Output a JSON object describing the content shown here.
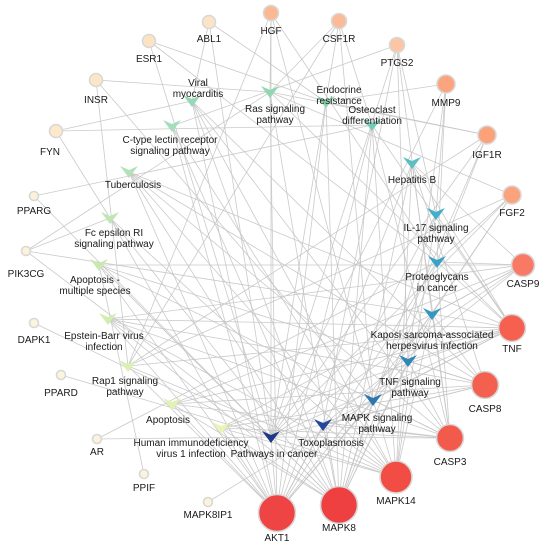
{
  "genes": [
    {
      "id": "ABL1",
      "label": "ABL1",
      "color": "#fde4c4",
      "level": 1
    },
    {
      "id": "HGF",
      "label": "HGF",
      "color": "#fbb891",
      "level": 2
    },
    {
      "id": "CSF1R",
      "label": "CSF1R",
      "color": "#fbbb96",
      "level": 2
    },
    {
      "id": "ESR1",
      "label": "ESR1",
      "color": "#fde3c2",
      "level": 1
    },
    {
      "id": "PTGS2",
      "label": "PTGS2",
      "color": "#fcc6a4",
      "level": 2
    },
    {
      "id": "INSR",
      "label": "INSR",
      "color": "#fde5c6",
      "level": 1
    },
    {
      "id": "MMP9",
      "label": "MMP9",
      "color": "#fba47d",
      "level": 3
    },
    {
      "id": "FYN",
      "label": "FYN",
      "color": "#fde8ca",
      "level": 1
    },
    {
      "id": "IGF1R",
      "label": "IGF1R",
      "color": "#fba27b",
      "level": 3
    },
    {
      "id": "PPARG",
      "label": "PPARG",
      "color": "#fdf1d8",
      "level": 0
    },
    {
      "id": "FGF2",
      "label": "FGF2",
      "color": "#fba37c",
      "level": 3
    },
    {
      "id": "PIK3CG",
      "label": "PIK3CG",
      "color": "#fdf2da",
      "level": 0
    },
    {
      "id": "CASP9",
      "label": "CASP9",
      "color": "#f87a64",
      "level": 4
    },
    {
      "id": "DAPK1",
      "label": "DAPK1",
      "color": "#fdf4de",
      "level": 0
    },
    {
      "id": "TNF",
      "label": "TNF",
      "color": "#f5604f",
      "level": 5
    },
    {
      "id": "PPARD",
      "label": "PPARD",
      "color": "#fdf4de",
      "level": 0
    },
    {
      "id": "CASP8",
      "label": "CASP8",
      "color": "#f4604f",
      "level": 5
    },
    {
      "id": "AR",
      "label": "AR",
      "color": "#fdf3dc",
      "level": 0
    },
    {
      "id": "CASP3",
      "label": "CASP3",
      "color": "#f25b4c",
      "level": 5
    },
    {
      "id": "PPIF",
      "label": "PPIF",
      "color": "#fdf3dc",
      "level": 0
    },
    {
      "id": "MAPK14",
      "label": "MAPK14",
      "color": "#f14d44",
      "level": 6
    },
    {
      "id": "MAPK8IP1",
      "label": "MAPK8IP1",
      "color": "#fdf2da",
      "level": 0
    },
    {
      "id": "MAPK8",
      "label": "MAPK8",
      "color": "#ee4040",
      "level": 7
    },
    {
      "id": "AKT1",
      "label": "AKT1",
      "color": "#ef4444",
      "level": 7
    }
  ],
  "pathways": [
    {
      "id": "viral",
      "lines": [
        "Viral",
        "myocarditis"
      ],
      "color": "#97d9b4"
    },
    {
      "id": "ras",
      "lines": [
        "Ras signaling",
        "pathway"
      ],
      "color": "#90d6b0"
    },
    {
      "id": "endocrine",
      "lines": [
        "Endocrine",
        "resistance"
      ],
      "color": "#8ad4ad"
    },
    {
      "id": "osteoclast",
      "lines": [
        "Osteoclast",
        "differentiation"
      ],
      "color": "#73cbb8"
    },
    {
      "id": "ctype",
      "lines": [
        "C-type lectin receptor",
        "signaling pathway"
      ],
      "color": "#a5debb"
    },
    {
      "id": "hepb",
      "lines": [
        "Hepatitis B"
      ],
      "color": "#5bbfbf"
    },
    {
      "id": "tb",
      "lines": [
        "Tuberculosis"
      ],
      "color": "#b2e2b8"
    },
    {
      "id": "il17",
      "lines": [
        "IL-17 signaling",
        "pathway"
      ],
      "color": "#42aecb"
    },
    {
      "id": "fc",
      "lines": [
        "Fc epsilon RI",
        "signaling pathway"
      ],
      "color": "#c0e6b4"
    },
    {
      "id": "proteo",
      "lines": [
        "Proteoglycans",
        "in cancer"
      ],
      "color": "#3aa2c6"
    },
    {
      "id": "apomulti",
      "lines": [
        "Apoptosis -",
        "multiple species"
      ],
      "color": "#c9e9b1"
    },
    {
      "id": "kaposi",
      "lines": [
        "Kaposi sarcoma-associated",
        "herpesvirus infection"
      ],
      "color": "#3596c0"
    },
    {
      "id": "ebv",
      "lines": [
        "Epstein-Barr virus",
        "infection"
      ],
      "color": "#d2edb0"
    },
    {
      "id": "tnfsig",
      "lines": [
        "TNF signaling",
        "pathway"
      ],
      "color": "#2f86b8"
    },
    {
      "id": "rap1",
      "lines": [
        "Rap1 signaling",
        "pathway"
      ],
      "color": "#dbf0b2"
    },
    {
      "id": "mapksig",
      "lines": [
        "MAPK signaling",
        "pathway"
      ],
      "color": "#2b77b0"
    },
    {
      "id": "apoptosis",
      "lines": [
        "Apoptosis"
      ],
      "color": "#e2f2b2"
    },
    {
      "id": "hiv",
      "lines": [
        "Human immunodeficiency",
        "virus 1 infection"
      ],
      "color": "#e8f5b4"
    },
    {
      "id": "pic",
      "lines": [
        "Pathways in cancer"
      ],
      "color": "#1e3a87"
    },
    {
      "id": "toxo",
      "lines": [
        "Toxoplasmosis"
      ],
      "color": "#24479b"
    }
  ],
  "edges": [
    [
      "AKT1",
      "pic"
    ],
    [
      "AKT1",
      "toxo"
    ],
    [
      "AKT1",
      "mapksig"
    ],
    [
      "AKT1",
      "tnfsig"
    ],
    [
      "AKT1",
      "kaposi"
    ],
    [
      "AKT1",
      "proteo"
    ],
    [
      "AKT1",
      "il17"
    ],
    [
      "AKT1",
      "hepb"
    ],
    [
      "AKT1",
      "osteoclast"
    ],
    [
      "AKT1",
      "endocrine"
    ],
    [
      "AKT1",
      "ras"
    ],
    [
      "AKT1",
      "viral"
    ],
    [
      "AKT1",
      "ctype"
    ],
    [
      "AKT1",
      "tb"
    ],
    [
      "AKT1",
      "fc"
    ],
    [
      "AKT1",
      "apomulti"
    ],
    [
      "AKT1",
      "ebv"
    ],
    [
      "AKT1",
      "rap1"
    ],
    [
      "AKT1",
      "apoptosis"
    ],
    [
      "AKT1",
      "hiv"
    ],
    [
      "MAPK8",
      "pic"
    ],
    [
      "MAPK8",
      "toxo"
    ],
    [
      "MAPK8",
      "mapksig"
    ],
    [
      "MAPK8",
      "tnfsig"
    ],
    [
      "MAPK8",
      "kaposi"
    ],
    [
      "MAPK8",
      "proteo"
    ],
    [
      "MAPK8",
      "il17"
    ],
    [
      "MAPK8",
      "hepb"
    ],
    [
      "MAPK8",
      "osteoclast"
    ],
    [
      "MAPK8",
      "endocrine"
    ],
    [
      "MAPK8",
      "ras"
    ],
    [
      "MAPK8",
      "viral"
    ],
    [
      "MAPK8",
      "ctype"
    ],
    [
      "MAPK8",
      "tb"
    ],
    [
      "MAPK8",
      "fc"
    ],
    [
      "MAPK8",
      "apomulti"
    ],
    [
      "MAPK8",
      "ebv"
    ],
    [
      "MAPK8",
      "apoptosis"
    ],
    [
      "MAPK8",
      "hiv"
    ],
    [
      "MAPK14",
      "pic"
    ],
    [
      "MAPK14",
      "toxo"
    ],
    [
      "MAPK14",
      "mapksig"
    ],
    [
      "MAPK14",
      "tnfsig"
    ],
    [
      "MAPK14",
      "kaposi"
    ],
    [
      "MAPK14",
      "il17"
    ],
    [
      "MAPK14",
      "hepb"
    ],
    [
      "MAPK14",
      "osteoclast"
    ],
    [
      "MAPK14",
      "viral"
    ],
    [
      "MAPK14",
      "ctype"
    ],
    [
      "MAPK14",
      "tb"
    ],
    [
      "MAPK14",
      "fc"
    ],
    [
      "MAPK14",
      "ebv"
    ],
    [
      "MAPK14",
      "rap1"
    ],
    [
      "MAPK14",
      "hiv"
    ],
    [
      "CASP3",
      "pic"
    ],
    [
      "CASP3",
      "toxo"
    ],
    [
      "CASP3",
      "mapksig"
    ],
    [
      "CASP3",
      "tnfsig"
    ],
    [
      "CASP3",
      "kaposi"
    ],
    [
      "CASP3",
      "proteo"
    ],
    [
      "CASP3",
      "hepb"
    ],
    [
      "CASP3",
      "osteoclast"
    ],
    [
      "CASP3",
      "viral"
    ],
    [
      "CASP3",
      "tb"
    ],
    [
      "CASP3",
      "apomulti"
    ],
    [
      "CASP3",
      "ebv"
    ],
    [
      "CASP3",
      "apoptosis"
    ],
    [
      "CASP3",
      "hiv"
    ],
    [
      "CASP8",
      "pic"
    ],
    [
      "CASP8",
      "toxo"
    ],
    [
      "CASP8",
      "tnfsig"
    ],
    [
      "CASP8",
      "kaposi"
    ],
    [
      "CASP8",
      "hepb"
    ],
    [
      "CASP8",
      "viral"
    ],
    [
      "CASP8",
      "tb"
    ],
    [
      "CASP8",
      "apomulti"
    ],
    [
      "CASP8",
      "ebv"
    ],
    [
      "CASP8",
      "apoptosis"
    ],
    [
      "CASP8",
      "hiv"
    ],
    [
      "TNF",
      "pic"
    ],
    [
      "TNF",
      "toxo"
    ],
    [
      "TNF",
      "mapksig"
    ],
    [
      "TNF",
      "tnfsig"
    ],
    [
      "TNF",
      "kaposi"
    ],
    [
      "TNF",
      "proteo"
    ],
    [
      "TNF",
      "il17"
    ],
    [
      "TNF",
      "hepb"
    ],
    [
      "TNF",
      "osteoclast"
    ],
    [
      "TNF",
      "ras"
    ],
    [
      "TNF",
      "tb"
    ],
    [
      "TNF",
      "ebv"
    ],
    [
      "TNF",
      "rap1"
    ],
    [
      "TNF",
      "apoptosis"
    ],
    [
      "TNF",
      "hiv"
    ],
    [
      "CASP9",
      "pic"
    ],
    [
      "CASP9",
      "toxo"
    ],
    [
      "CASP9",
      "kaposi"
    ],
    [
      "CASP9",
      "proteo"
    ],
    [
      "CASP9",
      "hepb"
    ],
    [
      "CASP9",
      "apomulti"
    ],
    [
      "CASP9",
      "ebv"
    ],
    [
      "CASP9",
      "apoptosis"
    ],
    [
      "CASP9",
      "hiv"
    ],
    [
      "FGF2",
      "pic"
    ],
    [
      "FGF2",
      "mapksig"
    ],
    [
      "FGF2",
      "ras"
    ],
    [
      "FGF2",
      "proteo"
    ],
    [
      "FGF2",
      "rap1"
    ],
    [
      "FGF2",
      "kaposi"
    ],
    [
      "IGF1R",
      "pic"
    ],
    [
      "IGF1R",
      "mapksig"
    ],
    [
      "IGF1R",
      "ras"
    ],
    [
      "IGF1R",
      "proteo"
    ],
    [
      "IGF1R",
      "rap1"
    ],
    [
      "IGF1R",
      "endocrine"
    ],
    [
      "MMP9",
      "pic"
    ],
    [
      "MMP9",
      "il17"
    ],
    [
      "MMP9",
      "proteo"
    ],
    [
      "MMP9",
      "endocrine"
    ],
    [
      "MMP9",
      "tnfsig"
    ],
    [
      "PTGS2",
      "pic"
    ],
    [
      "PTGS2",
      "il17"
    ],
    [
      "PTGS2",
      "kaposi"
    ],
    [
      "PTGS2",
      "tnfsig"
    ],
    [
      "PTGS2",
      "ctype"
    ],
    [
      "PTGS2",
      "toxo"
    ],
    [
      "CSF1R",
      "pic"
    ],
    [
      "CSF1R",
      "mapksig"
    ],
    [
      "CSF1R",
      "ras"
    ],
    [
      "CSF1R",
      "osteoclast"
    ],
    [
      "CSF1R",
      "rap1"
    ],
    [
      "HGF",
      "pic"
    ],
    [
      "HGF",
      "ras"
    ],
    [
      "HGF",
      "mapksig"
    ],
    [
      "HGF",
      "proteo"
    ],
    [
      "HGF",
      "rap1"
    ],
    [
      "ABL1",
      "viral"
    ],
    [
      "ABL1",
      "pic"
    ],
    [
      "ABL1",
      "endocrine"
    ],
    [
      "ESR1",
      "endocrine"
    ],
    [
      "ESR1",
      "proteo"
    ],
    [
      "ESR1",
      "pic"
    ],
    [
      "INSR",
      "ras"
    ],
    [
      "INSR",
      "mapksig"
    ],
    [
      "INSR",
      "rap1"
    ],
    [
      "FYN",
      "viral"
    ],
    [
      "FYN",
      "fc"
    ],
    [
      "FYN",
      "osteoclast"
    ],
    [
      "PPARG",
      "pic"
    ],
    [
      "PPARG",
      "osteoclast"
    ],
    [
      "PIK3CG",
      "pic"
    ],
    [
      "PIK3CG",
      "fc"
    ],
    [
      "PIK3CG",
      "kaposi"
    ],
    [
      "PIK3CG",
      "ras"
    ],
    [
      "DAPK1",
      "pic"
    ],
    [
      "PPARD",
      "pic"
    ],
    [
      "AR",
      "pic"
    ],
    [
      "AR",
      "proteo"
    ],
    [
      "PPIF",
      "apomulti"
    ],
    [
      "MAPK8IP1",
      "mapksig"
    ]
  ]
}
